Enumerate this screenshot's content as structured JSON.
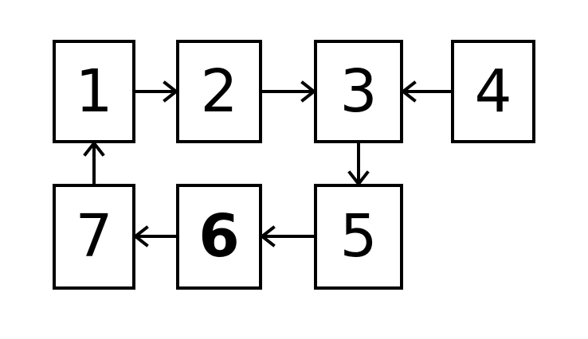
{
  "diagram": {
    "type": "block-flow",
    "colors": {
      "stroke": "#000000",
      "background": "#ffffff"
    },
    "blocks": [
      {
        "id": "1",
        "label": "1"
      },
      {
        "id": "2",
        "label": "2"
      },
      {
        "id": "3",
        "label": "3"
      },
      {
        "id": "4",
        "label": "4"
      },
      {
        "id": "5",
        "label": "5"
      },
      {
        "id": "6",
        "label": "6"
      },
      {
        "id": "7",
        "label": "7"
      }
    ],
    "connections": [
      {
        "from": "1",
        "to": "2"
      },
      {
        "from": "2",
        "to": "3"
      },
      {
        "from": "4",
        "to": "3"
      },
      {
        "from": "3",
        "to": "5"
      },
      {
        "from": "5",
        "to": "6"
      },
      {
        "from": "6",
        "to": "7"
      },
      {
        "from": "7",
        "to": "1"
      }
    ]
  }
}
